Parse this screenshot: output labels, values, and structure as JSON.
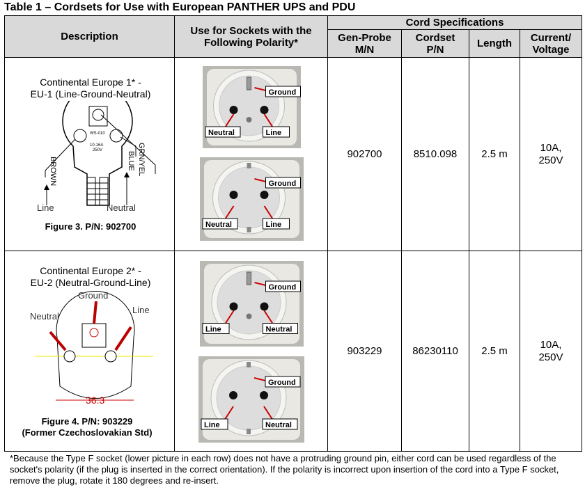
{
  "title": "Table 1 – Cordsets for Use with European PANTHER UPS and PDU",
  "headers": {
    "description": "Description",
    "polarity": "Use for Sockets with the Following Polarity*",
    "cord_specs": "Cord Specifications",
    "gen_probe": "Gen-Probe M/N",
    "cordset": "Cordset P/N",
    "length": "Length",
    "current": "Current/ Voltage"
  },
  "rows": [
    {
      "desc1": "Continental Europe 1* -",
      "desc2": "EU-1 (Line-Ground-Neutral)",
      "figure": "Figure 3.  P/N: 902700",
      "fig_sub": "",
      "drawing_labels": {
        "left": "Line",
        "right": "Neutral",
        "wire1": "BROWN",
        "wire2": "BLUE",
        "wire3": "GRN/YEL"
      },
      "sockets": [
        {
          "ground": "Ground",
          "left": "Neutral",
          "right": "Line"
        },
        {
          "ground": "Ground",
          "left": "Neutral",
          "right": "Line"
        }
      ],
      "gen_probe": "902700",
      "cordset": "8510.098",
      "length": "2.5 m",
      "current": "10A,",
      "voltage": "250V"
    },
    {
      "desc1": "Continental Europe 2* -",
      "desc2": "EU-2 (Neutral-Ground-Line)",
      "figure": "Figure 4.  P/N: 903229",
      "fig_sub": "(Former Czechoslovakian Std)",
      "drawing_labels": {
        "ground": "Ground",
        "left": "Neutral",
        "right": "Line",
        "dim": "36.3"
      },
      "sockets": [
        {
          "ground": "Ground",
          "left": "Line",
          "right": "Neutral"
        },
        {
          "ground": "Ground",
          "left": "Line",
          "right": "Neutral"
        }
      ],
      "gen_probe": "903229",
      "cordset": "86230110",
      "length": "2.5 m",
      "current": "10A,",
      "voltage": "250V"
    }
  ],
  "footnote": "*Because the Type F socket (lower picture in each row) does not have a protruding ground pin, either cord can be used regardless of the socket's polarity (if the plug is inserted in the correct orientation).  If the polarity is incorrect upon insertion of the cord into a Type F socket, remove the plug, rotate it 180 degrees and re-insert."
}
